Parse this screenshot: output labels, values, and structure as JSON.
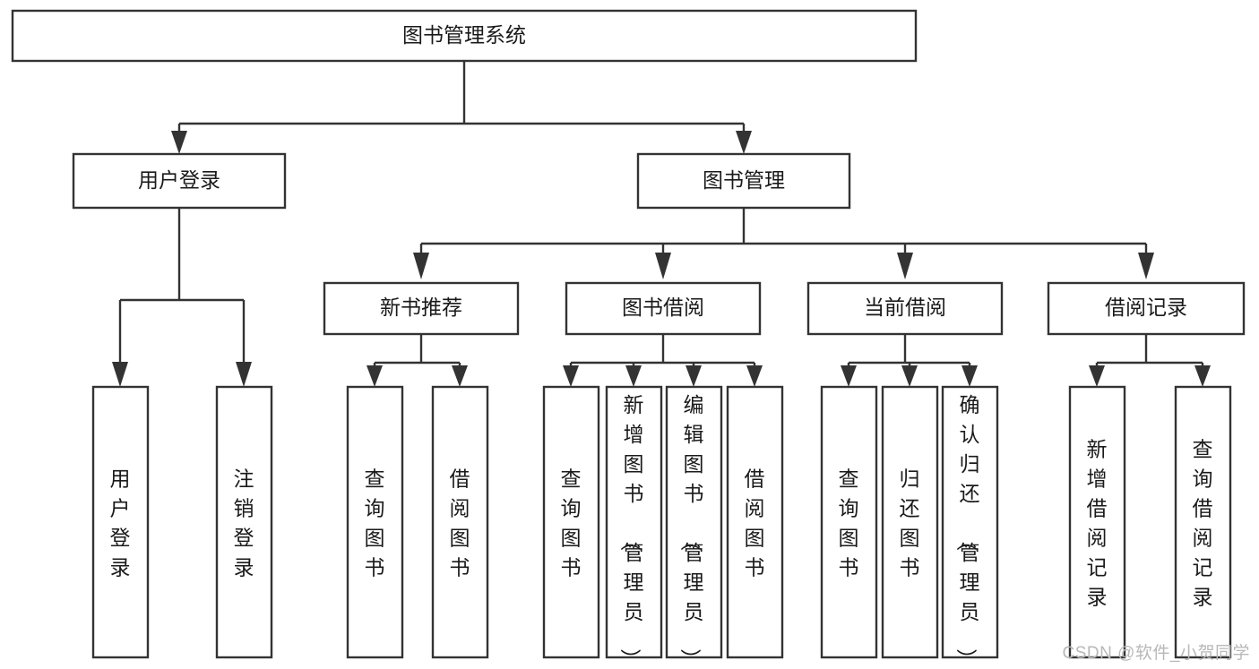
{
  "diagram": {
    "type": "tree-hierarchy-chart",
    "title": "图书管理系统",
    "root": {
      "id": "root",
      "label": "图书管理系统"
    },
    "level2": [
      {
        "id": "user-login",
        "label": "用户登录"
      },
      {
        "id": "book-manage",
        "label": "图书管理"
      }
    ],
    "level3": [
      {
        "id": "new-book-rec",
        "label": "新书推荐",
        "parent": "book-manage"
      },
      {
        "id": "book-borrow",
        "label": "图书借阅",
        "parent": "book-manage"
      },
      {
        "id": "current-borrow",
        "label": "当前借阅",
        "parent": "book-manage"
      },
      {
        "id": "borrow-record",
        "label": "借阅记录",
        "parent": "book-manage"
      }
    ],
    "leaves": [
      {
        "id": "leaf-user-login",
        "label": "用户登录",
        "parent": "user-login"
      },
      {
        "id": "leaf-logout",
        "label": "注销登录",
        "parent": "user-login"
      },
      {
        "id": "leaf-query-book-1",
        "label": "查询图书",
        "parent": "new-book-rec"
      },
      {
        "id": "leaf-borrow-book-1",
        "label": "借阅图书",
        "parent": "new-book-rec"
      },
      {
        "id": "leaf-query-book-2",
        "label": "查询图书",
        "parent": "book-borrow"
      },
      {
        "id": "leaf-add-book",
        "label": "新增图书（管理员）",
        "parent": "book-borrow"
      },
      {
        "id": "leaf-edit-book",
        "label": "编辑图书（管理员）",
        "parent": "book-borrow"
      },
      {
        "id": "leaf-borrow-book-2",
        "label": "借阅图书",
        "parent": "book-borrow"
      },
      {
        "id": "leaf-query-book-3",
        "label": "查询图书",
        "parent": "current-borrow"
      },
      {
        "id": "leaf-return-book",
        "label": "归还图书",
        "parent": "current-borrow"
      },
      {
        "id": "leaf-confirm-return",
        "label": "确认归还（管理员）",
        "parent": "current-borrow"
      },
      {
        "id": "leaf-add-record",
        "label": "新增借阅记录",
        "parent": "borrow-record"
      },
      {
        "id": "leaf-query-record",
        "label": "查询借阅记录",
        "parent": "borrow-record"
      }
    ],
    "colors": {
      "stroke": "#333333",
      "fill": "#ffffff",
      "text": "#1a1a1a",
      "watermark": "#b8b8b8"
    }
  },
  "watermark": {
    "text": "CSDN @软件_小贺同学"
  }
}
